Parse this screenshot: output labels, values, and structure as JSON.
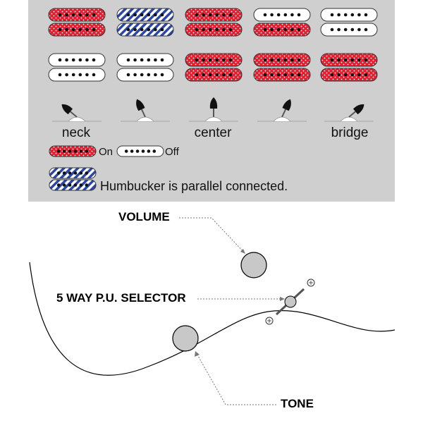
{
  "legend": {
    "on_label": "On",
    "off_label": "Off",
    "parallel_note": "Humbucker is parallel connected."
  },
  "positions": [
    "neck",
    "center",
    "bridge"
  ],
  "pickup_states": [
    [
      "on",
      "on"
    ],
    [
      "parallel",
      "parallel"
    ],
    [
      "on",
      "on"
    ],
    [
      "off",
      "on"
    ],
    [
      "off",
      "off"
    ],
    [
      "off",
      "off"
    ],
    [
      "off",
      "off"
    ],
    [
      "on",
      "on"
    ],
    [
      "on",
      "on"
    ],
    [
      "on",
      "on"
    ]
  ],
  "controls": {
    "volume": "VOLUME",
    "selector": "5 WAY P.U. SELECTOR",
    "tone": "TONE"
  },
  "colors": {
    "panel": "#cfcfcf",
    "on_red": "#e02030",
    "parallel_blue": "#2a46a8",
    "knob": "#c8c8c8"
  }
}
